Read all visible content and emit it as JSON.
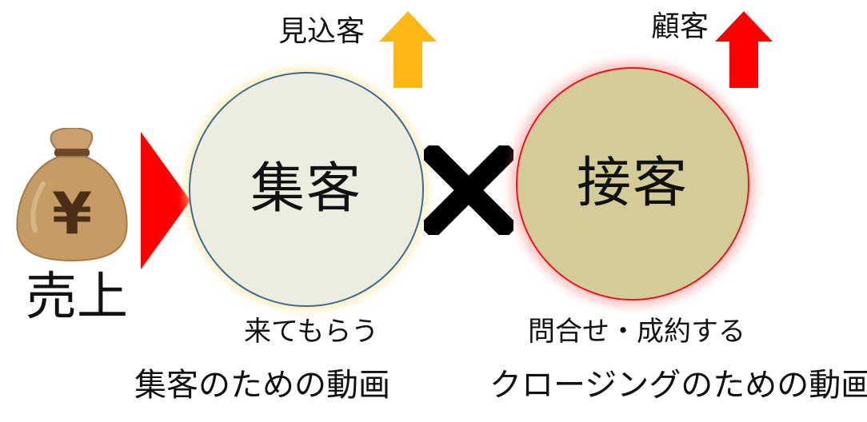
{
  "sales": {
    "label": "売上"
  },
  "money_bag": {
    "symbol": "¥",
    "icon": "money-bag-icon",
    "color": "#c69c66"
  },
  "attract": {
    "circle_label": "集客",
    "result_label": "見込客",
    "caption": "来てもらう",
    "video_label": "集客のための動画",
    "fill_color": "#ecedde",
    "border_color": "#3e6a94",
    "arrow_color": "#fdb813"
  },
  "operator": {
    "icon": "cross-icon",
    "color": "#000000"
  },
  "service": {
    "circle_label": "接客",
    "result_label": "顧客",
    "caption": "問合せ・成約する",
    "video_label": "クロージングのための動画",
    "fill_color": "#d3cb98",
    "border_color": "#e8161c",
    "arrow_color": "#ff0000"
  },
  "flow_arrow_color": "#ff0000"
}
